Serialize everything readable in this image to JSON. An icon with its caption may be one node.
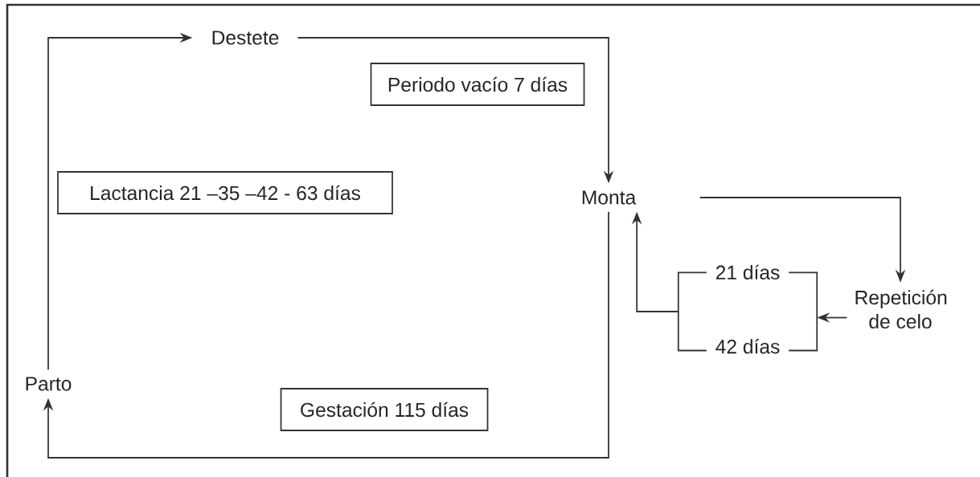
{
  "diagram": {
    "nodes": [
      {
        "text": [
          "Destete"
        ]
      },
      {
        "text": [
          "Periodo vacío 7 días"
        ]
      },
      {
        "text": [
          "Lactancia  21 –35 –42 - 63 días"
        ]
      },
      {
        "text": [
          "Monta"
        ]
      },
      {
        "text": [
          "Repetición de celo"
        ]
      },
      {
        "text": [
          "21 días",
          "42 días"
        ]
      },
      {
        "text": [
          "Parto"
        ]
      },
      {
        "text": [
          "Gestación 115 días"
        ]
      }
    ],
    "edges": [
      {
        "from": 6,
        "to": 0,
        "arrow": "to"
      },
      {
        "from": 0,
        "to": 3,
        "arrow": "to"
      },
      {
        "from": 3,
        "to": 6,
        "arrow": "to"
      },
      {
        "from": 3,
        "to": 4,
        "arrow": "to"
      },
      {
        "from": 4,
        "to": 5,
        "arrow": "to"
      },
      {
        "from": 5,
        "to": 3,
        "arrow": "to"
      }
    ]
  }
}
